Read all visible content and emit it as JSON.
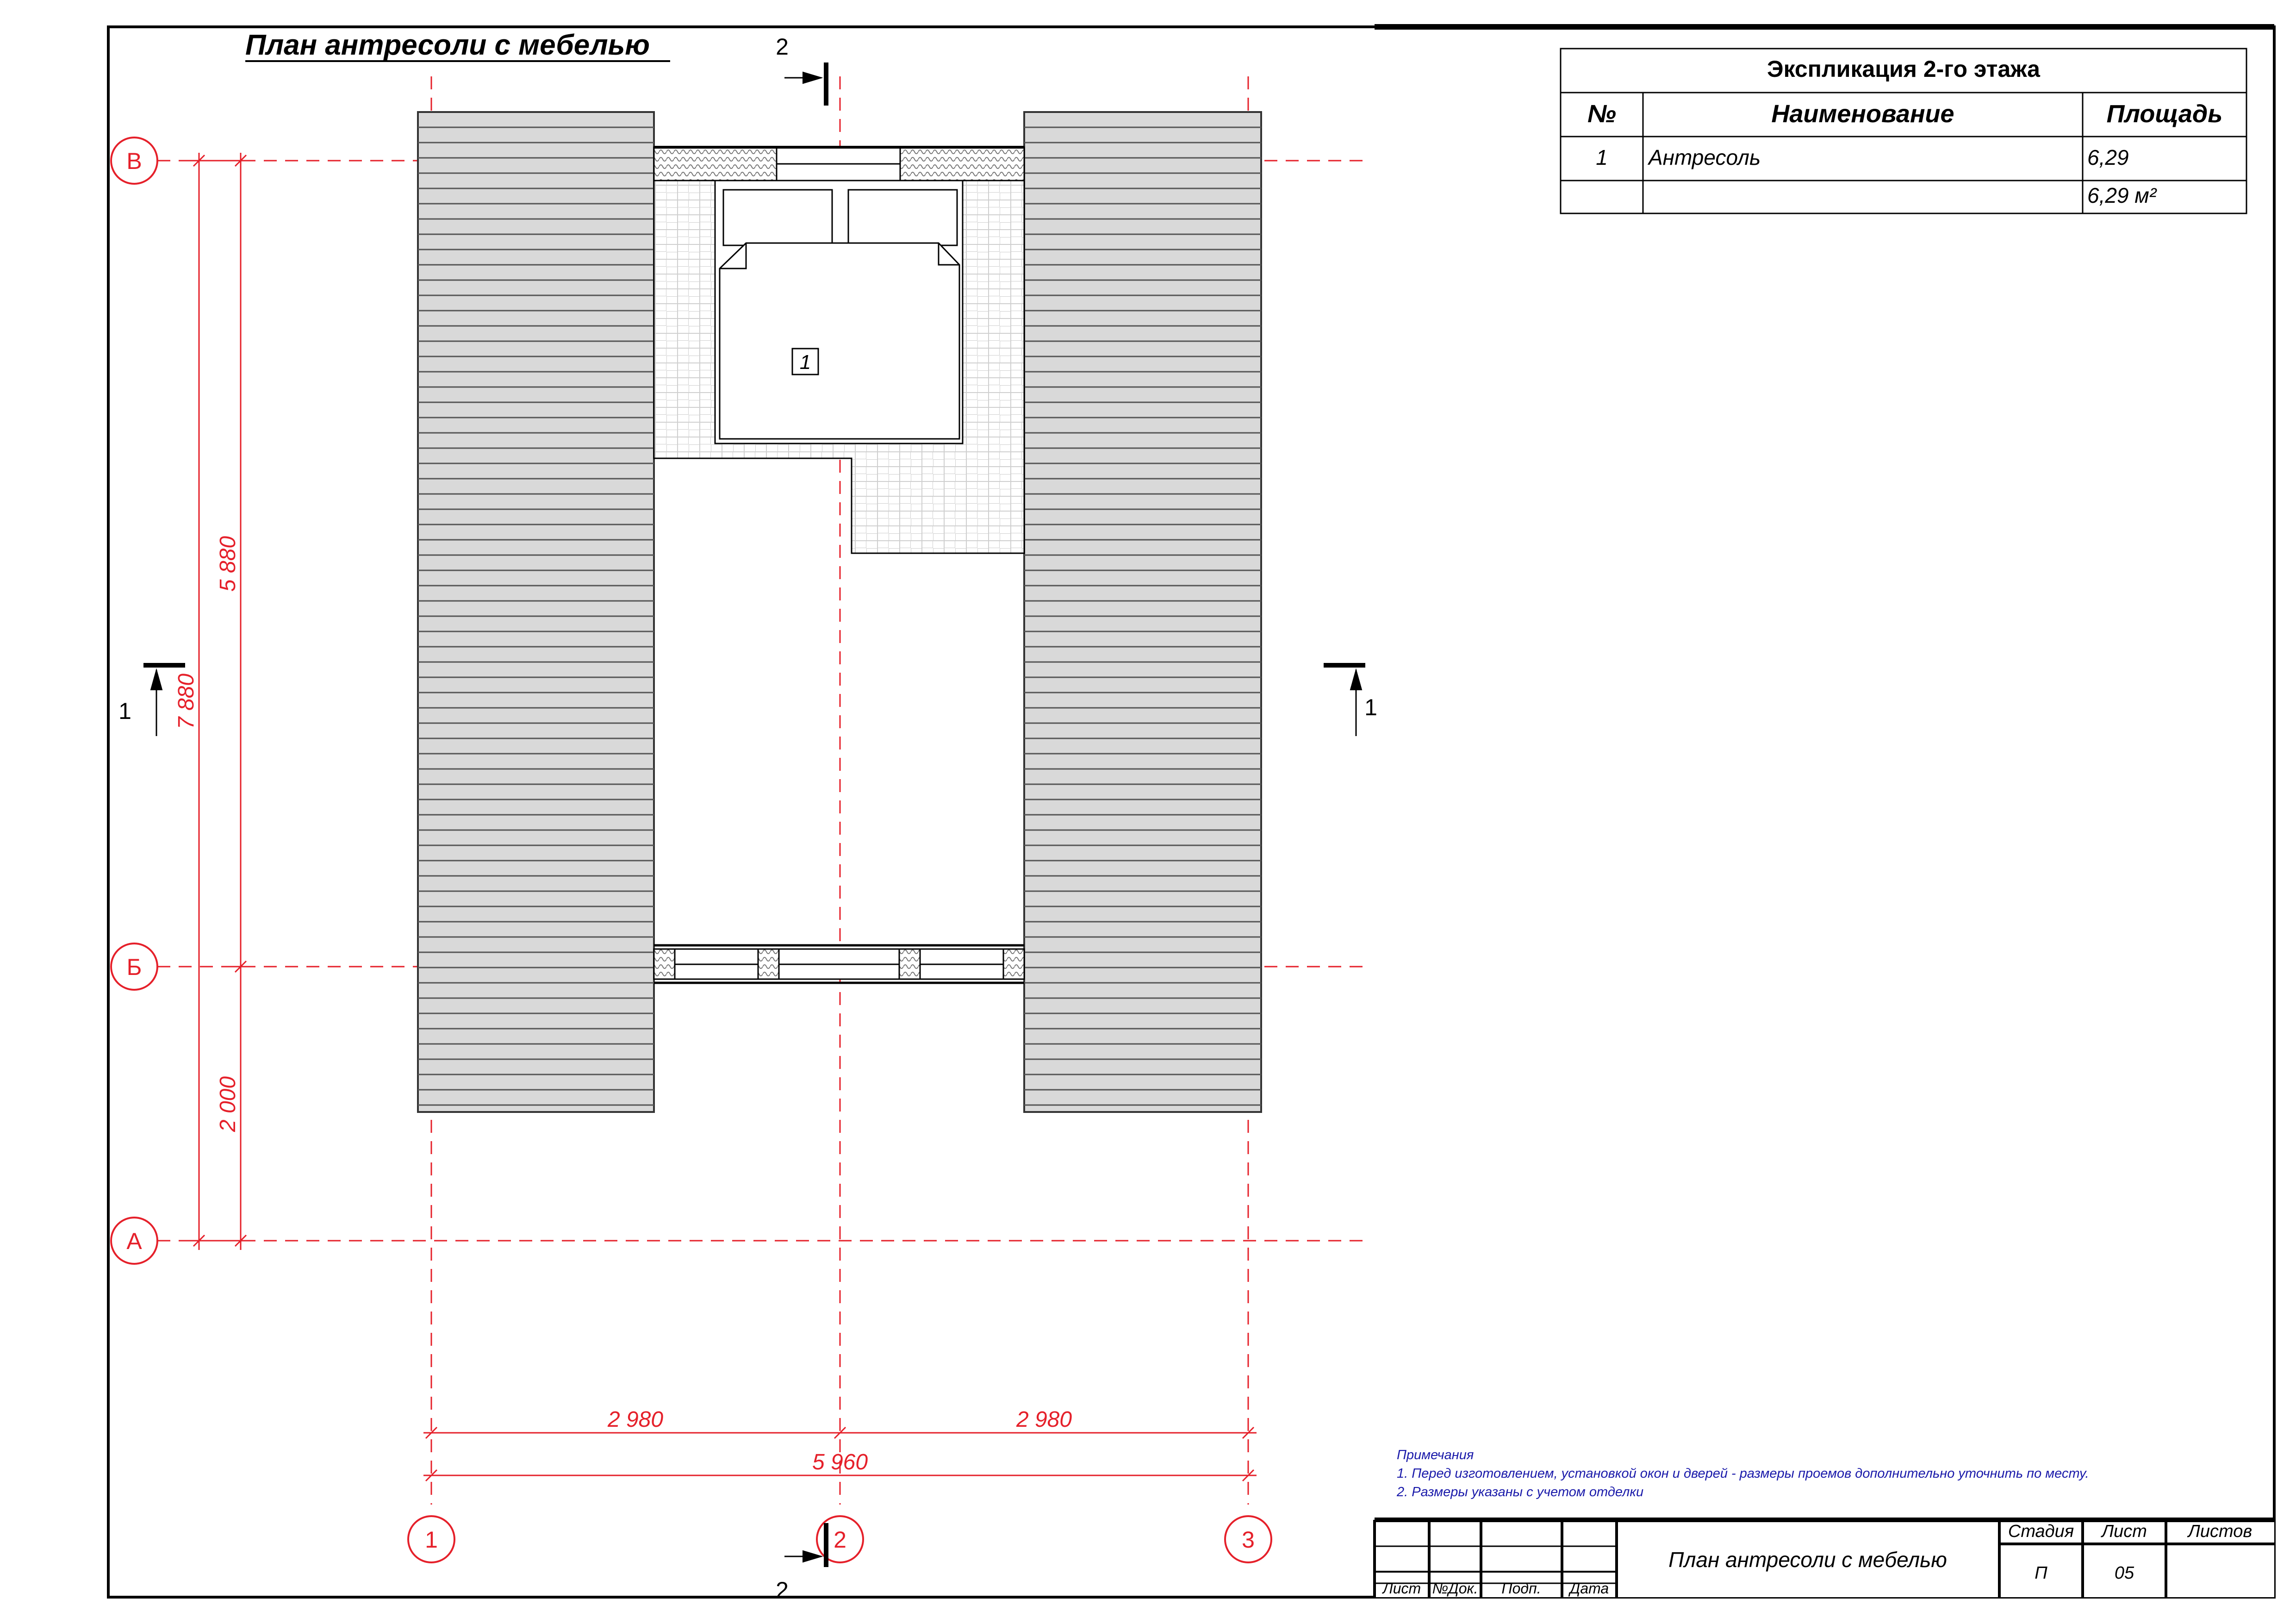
{
  "drawing": {
    "title": "План антресоли с мебелью",
    "room_tag": "1"
  },
  "axes": {
    "rows": [
      "В",
      "Б",
      "А"
    ],
    "cols": [
      "1",
      "2",
      "3"
    ]
  },
  "sections": {
    "section_1": "1",
    "section_2": "2"
  },
  "dimensions": {
    "vertical": [
      "7 880",
      "5 880",
      "2 000"
    ],
    "horizontal": [
      "2 980",
      "2 980",
      "5 960"
    ]
  },
  "explication": {
    "title": "Экспликация 2-го  этажа",
    "headers": [
      "№",
      "Наименование",
      "Площадь"
    ],
    "rows": [
      {
        "num": "1",
        "name": "Антресоль",
        "area": "6,29"
      },
      {
        "num": "",
        "name": "",
        "area": "6,29 м²"
      }
    ]
  },
  "notes": {
    "heading": "Примечания",
    "items": [
      "1. Перед изготовлением, установкой окон и дверей - размеры проемов дополнительно уточнить по месту.",
      "2. Размеры указаны с учетом отделки"
    ]
  },
  "stamp": {
    "columns": [
      "Лист",
      "№Док.",
      "Подп.",
      "Дата"
    ],
    "sheet_title": "План антресоли с мебелью",
    "stage_label": "Стадия",
    "sheet_label": "Лист",
    "sheets_label": "Листов",
    "stage": "П",
    "sheet": "05",
    "sheets": ""
  },
  "colors": {
    "axis": "#e5202a",
    "dimension": "#e5202a",
    "notes": "#1a1aaa",
    "line": "#000000"
  }
}
